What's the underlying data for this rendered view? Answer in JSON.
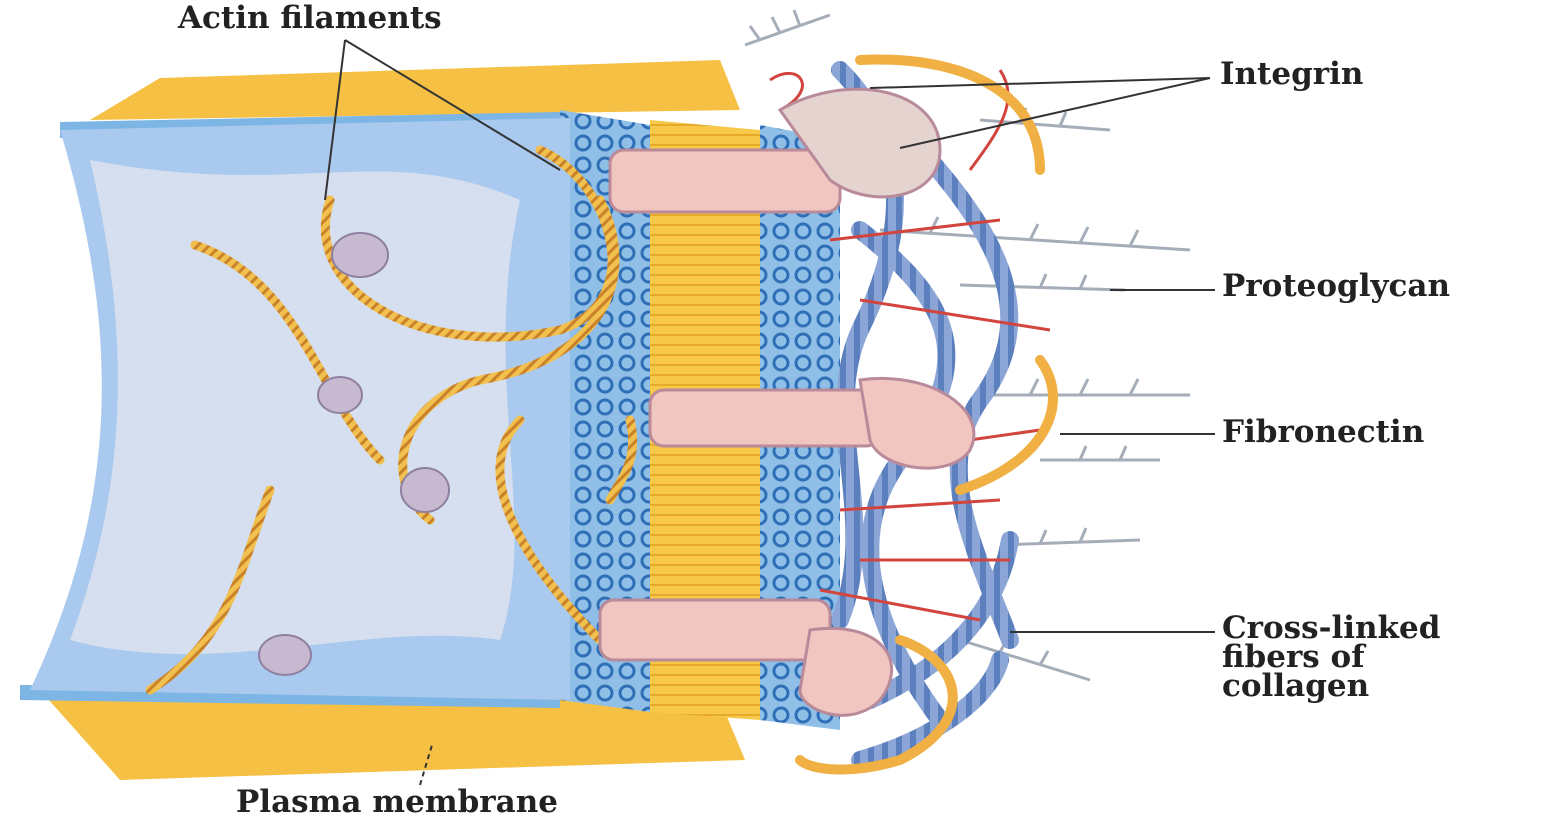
{
  "labels": {
    "actin_filaments": "Actin filaments",
    "integrin": "Integrin",
    "proteoglycan": "Proteoglycan",
    "fibronectin": "Fibronectin",
    "collagen_line1": "Cross-linked",
    "collagen_line2": "fibers of",
    "collagen_line3": "collagen",
    "plasma_membrane": "Plasma membrane"
  },
  "colors": {
    "cytoplasm": "#a9c9ee",
    "cytoplasm_light": "#dde3ef",
    "lipid_tails": "#f7c84a",
    "lipid_heads": "#4f8fd0",
    "actin": "#e8a93a",
    "integrin": "#f2c6c0",
    "integrin_shadow": "#b98a9a",
    "collagen": "#6f8fc7",
    "fibronectin": "#f0b043",
    "proteoglycan": "#a5adb9",
    "crosslink": "#d2453e"
  }
}
